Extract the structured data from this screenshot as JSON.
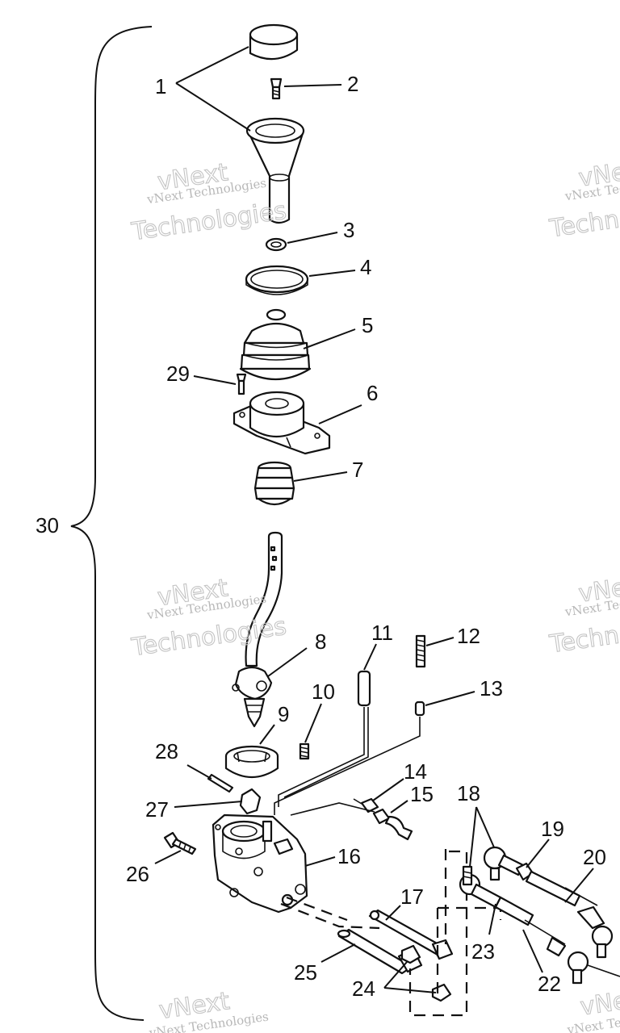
{
  "diagram": {
    "callouts": {
      "c1": "1",
      "c2": "2",
      "c3": "3",
      "c4": "4",
      "c5": "5",
      "c6": "6",
      "c7": "7",
      "c8": "8",
      "c9": "9",
      "c10": "10",
      "c11": "11",
      "c12": "12",
      "c13": "13",
      "c14": "14",
      "c15": "15",
      "c16": "16",
      "c17": "17",
      "c18": "18",
      "c19": "19",
      "c20": "20",
      "c22": "22",
      "c23": "23",
      "c24": "24",
      "c25": "25",
      "c26": "26",
      "c27": "27",
      "c28": "28",
      "c29": "29",
      "c30": "30"
    },
    "watermark": {
      "company": "vNext Technologies",
      "line1": "vNext",
      "line2": "Technologies"
    }
  }
}
